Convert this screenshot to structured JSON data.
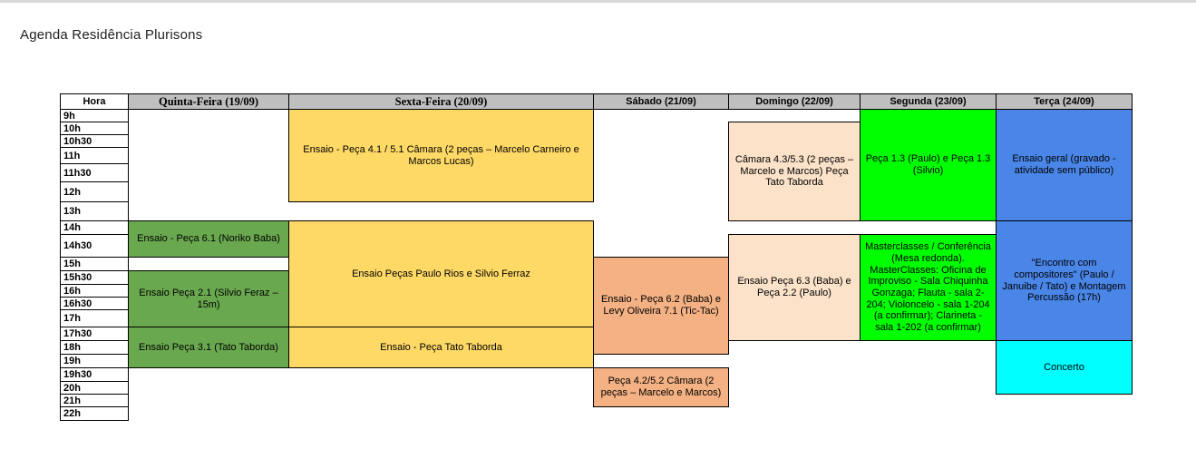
{
  "title": "Agenda Residência Plurisons",
  "colors": {
    "header_bg": "#bfbfbf",
    "green": "#6aa84f",
    "yellow": "#ffd966",
    "orange": "#f4b183",
    "peach": "#fbe2c9",
    "lime": "#00ff00",
    "blue": "#4a86e8",
    "cyan": "#00ffff"
  },
  "table": {
    "hour_header": "Hora",
    "day_headers": [
      "Quinta-Feira (19/09)",
      "Sexta-Feira (20/09)",
      "Sábado (21/09)",
      "Domingo (22/09)",
      "Segunda (23/09)",
      "Terça (24/09)"
    ],
    "hours": [
      "9h",
      "10h",
      "10h30",
      "11h",
      "11h30",
      "12h",
      "13h",
      "14h",
      "14h30",
      "15h",
      "15h30",
      "16h",
      "16h30",
      "17h",
      "17h30",
      "18h",
      "19h",
      "19h30",
      "20h",
      "21h",
      "22h"
    ],
    "events": [
      {
        "day": 0,
        "from": "14h",
        "to": "15h",
        "color": "green",
        "label": "Ensaio - Peça 6.1 (Noriko Baba)"
      },
      {
        "day": 0,
        "from": "15h30",
        "to": "17h30",
        "color": "green",
        "label": "Ensaio Peça 2.1 (Silvio Feraz –15m)"
      },
      {
        "day": 0,
        "from": "17h30",
        "to": "19h30",
        "color": "green",
        "label": "Ensaio Peça 3.1 (Tato Taborda)"
      },
      {
        "day": 1,
        "from": "9h",
        "to": "13h",
        "color": "yellow",
        "label": "Ensaio - Peça 4.1 / 5.1 Câmara (2 peças – Marcelo Carneiro e Marcos Lucas)"
      },
      {
        "day": 1,
        "from": "14h",
        "to": "17h30",
        "color": "yellow",
        "label": "Ensaio Peças Paulo Rios e Silvio Ferraz"
      },
      {
        "day": 1,
        "from": "17h30",
        "to": "19h30",
        "color": "yellow",
        "label": "Ensaio - Peça Tato Taborda"
      },
      {
        "day": 2,
        "from": "15h",
        "to": "19h",
        "color": "orange",
        "label": "Ensaio - Peça 6.2 (Baba) e Levy Oliveira 7.1 (Tic-Tac)"
      },
      {
        "day": 2,
        "from": "19h30",
        "to": "22h",
        "color": "orange",
        "label": "Peça 4.2/5.2 Câmara (2 peças – Marcelo e Marcos)"
      },
      {
        "day": 3,
        "from": "10h",
        "to": "14h",
        "color": "peach",
        "label": "Câmara 4.3/5.3 (2 peças – Marcelo e Marcos) Peça Tato Taborda"
      },
      {
        "day": 3,
        "from": "14h30",
        "to": "18h",
        "color": "peach",
        "label": "Ensaio Peça 6.3 (Baba) e Peça 2.2 (Paulo)"
      },
      {
        "day": 4,
        "from": "9h",
        "to": "14h",
        "color": "lime",
        "label": "Peça 1.3 (Paulo) e Peça 1.3 (Silvio)"
      },
      {
        "day": 4,
        "from": "14h30",
        "to": "18h",
        "color": "lime",
        "label": "Masterclasses / Conferência (Mesa redonda). MasterClasses: Oficina de Improviso - Sala Chiquinha Gonzaga; Flauta - sala 2-204; Violoncelo - sala 1-204 (a confirmar); Clarineta - sala 1-202 (a confirmar)"
      },
      {
        "day": 5,
        "from": "9h",
        "to": "14h",
        "color": "blue",
        "label": "Ensaio geral (gravado - atividade sem público)"
      },
      {
        "day": 5,
        "from": "14h",
        "to": "18h",
        "color": "blue",
        "label": "\"Encontro com compositores\" (Paulo / Januibe / Tato) e Montagem Percussão (17h)"
      },
      {
        "day": 5,
        "from": "18h",
        "to": "21h",
        "color": "cyan",
        "label": "Concerto"
      }
    ]
  }
}
